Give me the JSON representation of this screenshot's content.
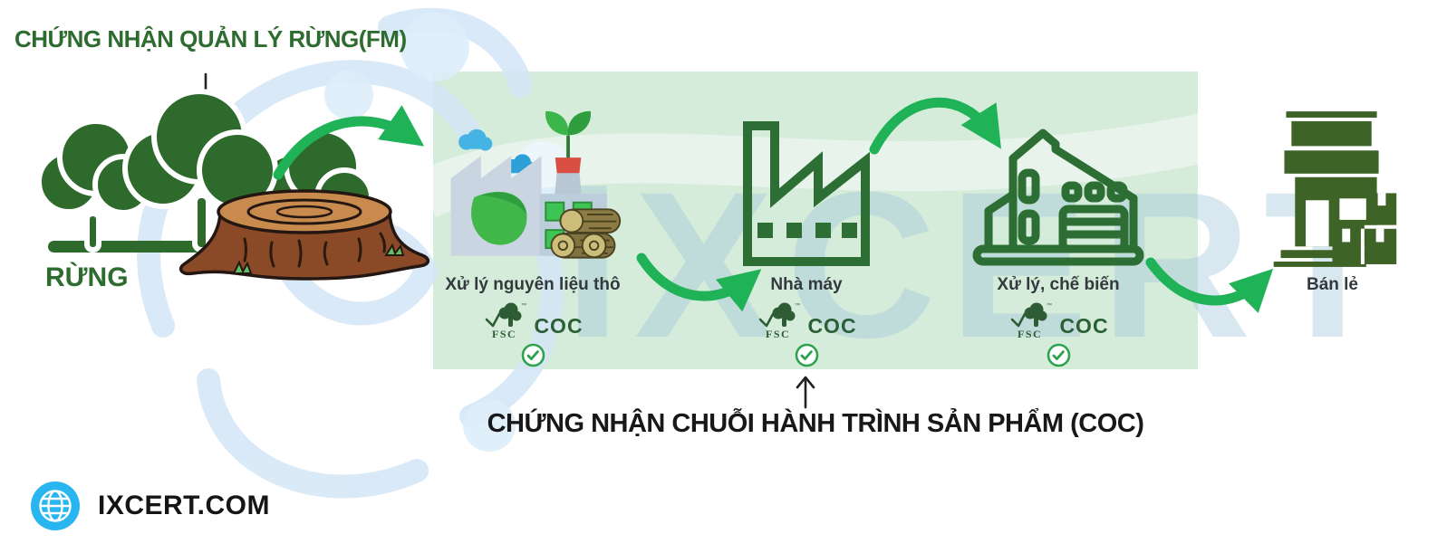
{
  "header": {
    "fm_certification_title": "CHỨNG NHẬN QUẢN LÝ RỪNG(FM)"
  },
  "caption": {
    "coc_certification_title": "CHỨNG NHẬN CHUỖI HÀNH TRÌNH SẢN PHẨM (COC)"
  },
  "forest": {
    "label": "RỪNG"
  },
  "stages": [
    {
      "label": "Xử lý nguyên liệu thô",
      "scheme": "FSC",
      "cert": "COC",
      "tm": "™"
    },
    {
      "label": "Nhà máy",
      "scheme": "FSC",
      "cert": "COC",
      "tm": "™"
    },
    {
      "label": "Xử lý, chế biến",
      "scheme": "FSC",
      "cert": "COC",
      "tm": "™"
    }
  ],
  "retail": {
    "label": "Bán lẻ"
  },
  "brand": {
    "name": "IXCERT.COM"
  },
  "watermark": {
    "text": "iXCERT"
  },
  "colors": {
    "title_green": "#2e6b2f",
    "arrow_green": "#1fb257",
    "box_mint": "#d5ecdb",
    "icon_outline_green": "#2c6e33",
    "tree_green": "#2d6a2b",
    "coc_green": "#2b5f35",
    "check_green": "#2ea34d",
    "brand_blue": "#29b5ef",
    "watermark_blue": "#9cc3da"
  }
}
